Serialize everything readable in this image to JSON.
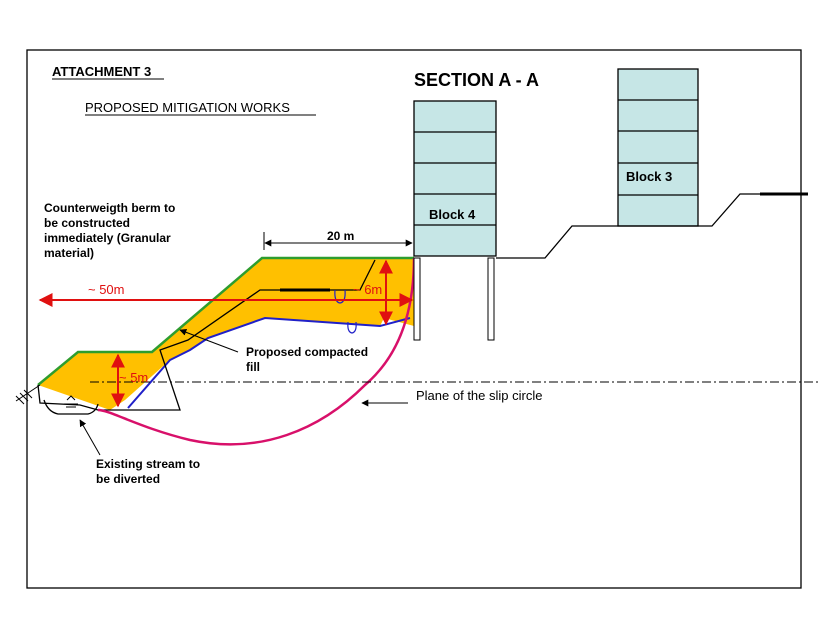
{
  "attachment": "ATTACHMENT 3",
  "subtitle": "PROPOSED MITIGATION WORKS",
  "section_title": "SECTION A - A",
  "blocks": {
    "block4": "Block 4",
    "block3": "Block 3"
  },
  "labels": {
    "berm_line1": "Counterweigth berm to",
    "berm_line2": "be constructed",
    "berm_line3": "immediately (Granular",
    "berm_line4": "material)",
    "dim_20m": "20 m",
    "dim_50m": "~ 50m",
    "dim_6m": "~ 6m",
    "dim_5m": "~ 5m",
    "fill_line1": "Proposed compacted",
    "fill_line2": "fill",
    "slip_plane": "Plane of the slip circle",
    "stream_line1": "Existing stream to",
    "stream_line2": "be diverted"
  },
  "colors": {
    "fill": "#ffc000",
    "grass": "#2e9d2e",
    "water_line": "#2020c8",
    "slip": "#d8106a",
    "dimension": "#e01010",
    "building": "#c6e6e6"
  }
}
